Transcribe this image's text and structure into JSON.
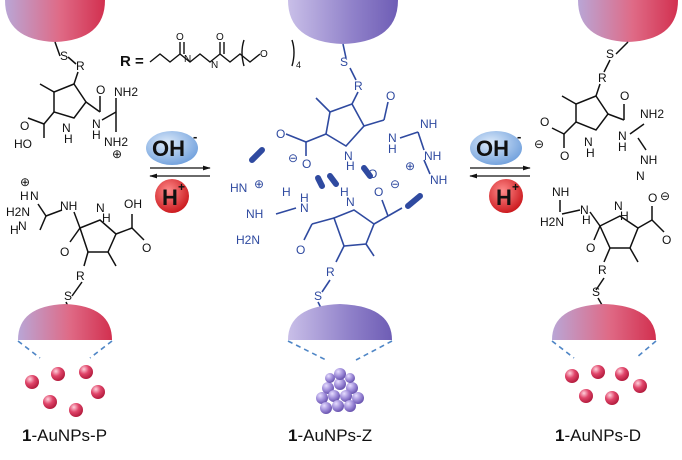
{
  "colors": {
    "black_structure": "#111111",
    "blue_structure": "#2f4aa0",
    "red_particle": "#d93a57",
    "purple_particle": "#8a79c6",
    "oh_bubble": "#8fb5e6",
    "h_bubble": "#e0232b",
    "dashed_line": "#4f86c6"
  },
  "r_group": {
    "label": "R =",
    "repeat_subscript": "4"
  },
  "reagents": {
    "oh": "OH",
    "oh_charge": "-",
    "h": "H",
    "h_charge": "+"
  },
  "atoms": {
    "S": "S",
    "R": "R",
    "N": "N",
    "H": "H",
    "NH": "NH",
    "HN": "HN",
    "NH2": "NH2",
    "H2N": "H2N",
    "HO": "HO",
    "OH": "OH",
    "O": "O",
    "minus": "⊖",
    "plus": "⊕"
  },
  "labels": {
    "left": {
      "prefix": "1",
      "suffix": "-AuNPs-P"
    },
    "center": {
      "prefix": "1",
      "suffix": "-AuNPs-Z"
    },
    "right": {
      "prefix": "1",
      "suffix": "-AuNPs-D"
    }
  }
}
